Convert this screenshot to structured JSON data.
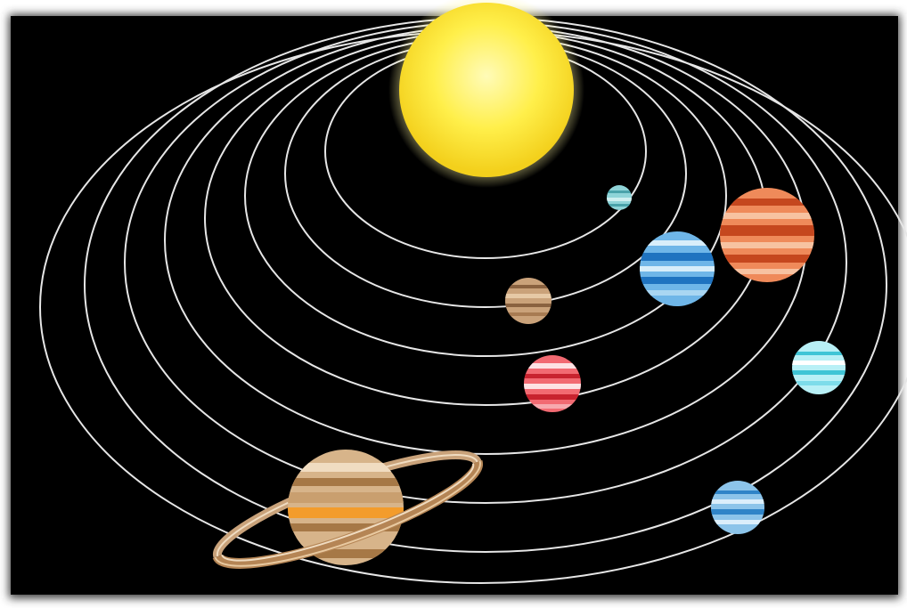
{
  "scene": {
    "subject": "solar-system",
    "background_color": "#000000",
    "orbit_color": "#e6e6e6",
    "sun_color": "#ffe94a",
    "sun_glow_color": "#fff7a0"
  },
  "bodies": [
    {
      "name": "sun",
      "colors": [
        "#fffbb0",
        "#ffe93a",
        "#f6d21a"
      ]
    },
    {
      "name": "planet-small-teal",
      "colors": [
        "#8fd4d8",
        "#4aa3ab",
        "#cfeff0"
      ]
    },
    {
      "name": "planet-brown",
      "colors": [
        "#caa27a",
        "#8a6240",
        "#e6c9a6"
      ]
    },
    {
      "name": "planet-red",
      "colors": [
        "#f26a72",
        "#c8232f",
        "#fde2e4"
      ]
    },
    {
      "name": "planet-blue",
      "colors": [
        "#6fb6e8",
        "#1f73c0",
        "#d8eefa"
      ]
    },
    {
      "name": "planet-orange-giant",
      "colors": [
        "#ef8a5a",
        "#c5471e",
        "#f7c2a1"
      ]
    },
    {
      "name": "planet-cyan",
      "colors": [
        "#b8f0f6",
        "#3fc5d6",
        "#ffffff"
      ]
    },
    {
      "name": "planet-blue-small",
      "colors": [
        "#8cc4ea",
        "#2f84c8",
        "#dbeefb"
      ]
    },
    {
      "name": "planet-ringed",
      "colors": [
        "#d7b48a",
        "#a67846",
        "#f39c2c",
        "#f0dcc1"
      ]
    }
  ]
}
